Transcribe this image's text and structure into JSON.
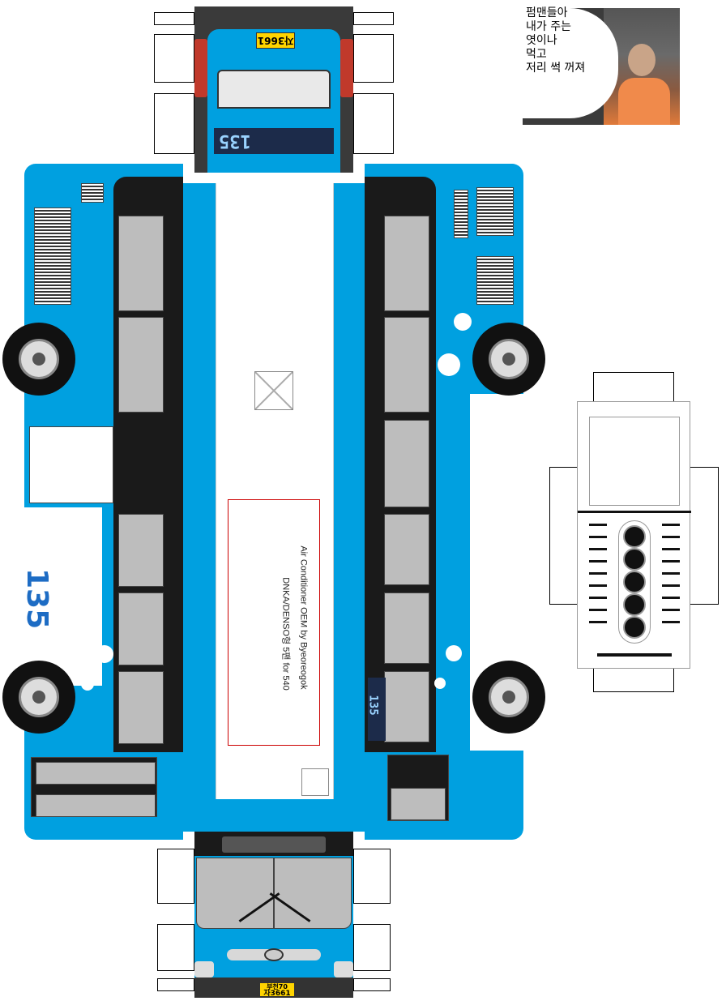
{
  "bus": {
    "route_number": "135",
    "plate": {
      "region": "부천70",
      "letter": "자",
      "number": "3661"
    },
    "plate_full_front": "부천70자3661",
    "plate_rear": "자3661",
    "destination_sign": "135",
    "colors": {
      "body": "#00a0e0",
      "window": "#bdbdbd",
      "plate": "#ffd400",
      "route": "#1d6cc4"
    }
  },
  "roof": {
    "ac_label_line1": "Air Conditioner OEM by Byeoreogok",
    "ac_label_line2": "DNKA/DENSO형 5팬 for 540"
  },
  "meme": {
    "caption_lines": [
      "펌맨들아",
      "내가 주는",
      "엿이나",
      "먹고",
      "저리 썩 꺼져"
    ]
  }
}
